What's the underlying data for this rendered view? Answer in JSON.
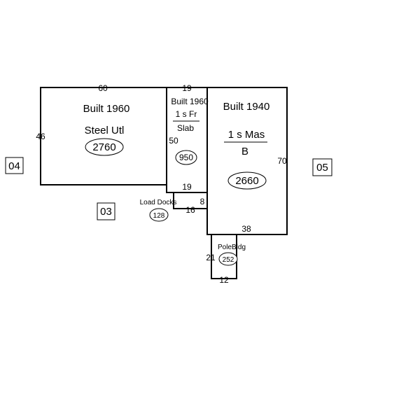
{
  "dimensions": {
    "s1_top": "60",
    "s1_left": "46",
    "s2_top": "19",
    "s2_left": "50",
    "s2_bottom": "19",
    "s3_right": "70",
    "s3_bottom": "38",
    "dock_right": "8",
    "dock_bottom": "16",
    "pole_left": "21",
    "pole_bottom": "12"
  },
  "sections": {
    "steel": {
      "built": "Built 1960",
      "type": "Steel Utl",
      "area": "2760"
    },
    "frame": {
      "built": "Built 1960",
      "stories": "1 s Fr",
      "foundation": "Slab",
      "area": "950"
    },
    "masonry": {
      "built": "Built 1940",
      "stories": "1 s Mas",
      "foundation": "B",
      "area": "2660"
    },
    "load_docks": {
      "label": "Load Docks",
      "area": "128"
    },
    "pole_bldg": {
      "label": "PoleBldg",
      "area": "252"
    }
  },
  "zones": {
    "left": "04",
    "middle": "03",
    "right": "05"
  }
}
